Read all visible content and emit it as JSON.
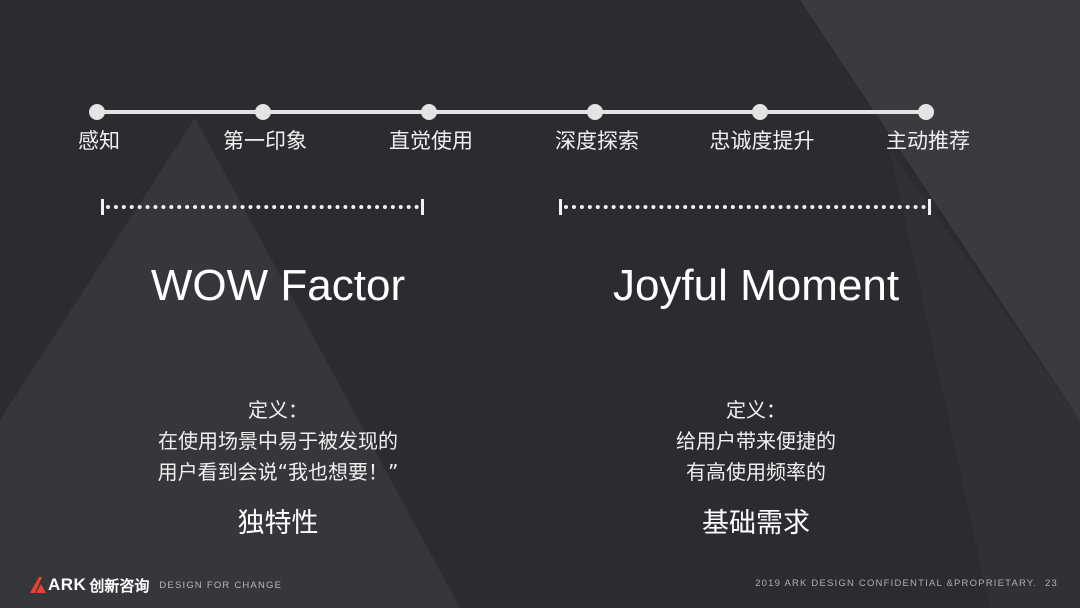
{
  "colors": {
    "background": "#2b2c30",
    "triangle_light": "#3a3b3f",
    "triangle_right": "#393a3e",
    "line": "#e4e4e4",
    "logo_accent": "#e8432e"
  },
  "timeline": {
    "stages": [
      "感知",
      "第一印象",
      "直觉使用",
      "深度探索",
      "忠诚度提升",
      "主动推荐"
    ]
  },
  "left": {
    "title": "WOW Factor",
    "definition": [
      "定义：",
      "在使用场景中易于被发现的",
      "用户看到会说“我也想要！”"
    ],
    "keyword": "独特性"
  },
  "right": {
    "title": "Joyful Moment",
    "definition": [
      "定义：",
      "给用户带来便捷的",
      "有高使用频率的"
    ],
    "keyword": "基础需求"
  },
  "footer": {
    "logo_text": "ARK",
    "logo_cn": "创新咨询",
    "tagline": "DESIGN FOR CHANGE",
    "confidential": "2019 ARK DESIGN CONFIDENTIAL &PROPRIETARY.",
    "page_number": "23"
  }
}
